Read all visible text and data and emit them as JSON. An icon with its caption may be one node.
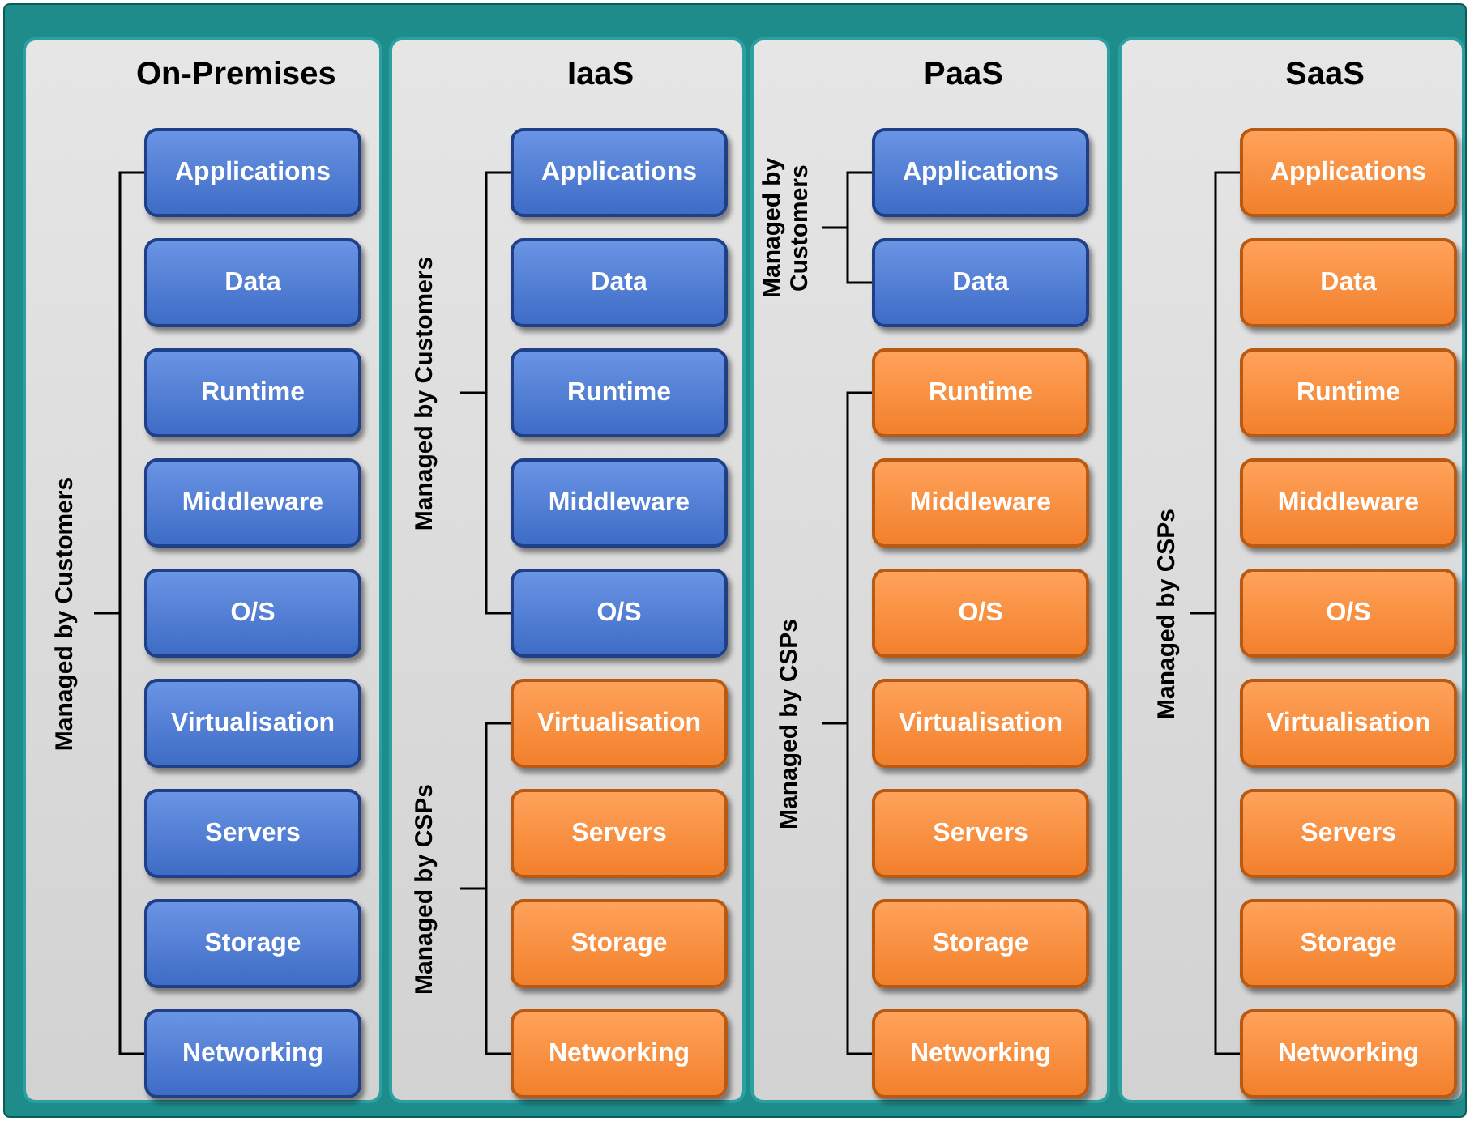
{
  "diagram": {
    "nodes": [
      {
        "text": [
          "On-Premises"
        ]
      },
      {
        "text": [
          "Applications"
        ],
        "in": 0
      },
      {
        "text": [
          "Data"
        ],
        "in": 0
      },
      {
        "text": [
          "Runtime"
        ],
        "in": 0
      },
      {
        "text": [
          "Middleware"
        ],
        "in": 0
      },
      {
        "text": [
          "O/S"
        ],
        "in": 0
      },
      {
        "text": [
          "Virtualisation"
        ],
        "in": 0
      },
      {
        "text": [
          "Servers"
        ],
        "in": 0
      },
      {
        "text": [
          "Storage"
        ],
        "in": 0
      },
      {
        "text": [
          "Networking"
        ],
        "in": 0
      },
      {
        "text": [
          "IaaS"
        ]
      },
      {
        "text": [
          "Applications"
        ],
        "in": 10
      },
      {
        "text": [
          "Data"
        ],
        "in": 10
      },
      {
        "text": [
          "Runtime"
        ],
        "in": 10
      },
      {
        "text": [
          "Middleware"
        ],
        "in": 10
      },
      {
        "text": [
          "O/S"
        ],
        "in": 10
      },
      {
        "text": [
          "Virtualisation"
        ],
        "in": 10
      },
      {
        "text": [
          "Servers"
        ],
        "in": 10
      },
      {
        "text": [
          "Storage"
        ],
        "in": 10
      },
      {
        "text": [
          "Networking"
        ],
        "in": 10
      },
      {
        "text": [
          "PaaS"
        ]
      },
      {
        "text": [
          "Applications"
        ],
        "in": 20
      },
      {
        "text": [
          "Data"
        ],
        "in": 20
      },
      {
        "text": [
          "Runtime"
        ],
        "in": 20
      },
      {
        "text": [
          "Middleware"
        ],
        "in": 20
      },
      {
        "text": [
          "O/S"
        ],
        "in": 20
      },
      {
        "text": [
          "Virtualisation"
        ],
        "in": 20
      },
      {
        "text": [
          "Servers"
        ],
        "in": 20
      },
      {
        "text": [
          "Storage"
        ],
        "in": 20
      },
      {
        "text": [
          "Networking"
        ],
        "in": 20
      },
      {
        "text": [
          "SaaS"
        ]
      },
      {
        "text": [
          "Applications"
        ],
        "in": 30
      },
      {
        "text": [
          "Data"
        ],
        "in": 30
      },
      {
        "text": [
          "Runtime"
        ],
        "in": 30
      },
      {
        "text": [
          "Middleware"
        ],
        "in": 30
      },
      {
        "text": [
          "O/S"
        ],
        "in": 30
      },
      {
        "text": [
          "Virtualisation"
        ],
        "in": 30
      },
      {
        "text": [
          "Servers"
        ],
        "in": 30
      },
      {
        "text": [
          "Storage"
        ],
        "in": 30
      },
      {
        "text": [
          "Networking"
        ],
        "in": 30
      }
    ],
    "labels": [
      "Managed by Customers",
      "Managed by Customers",
      "Managed by CSPs",
      "Managed by Customers",
      "Managed by CSPs",
      "Managed by CSPs"
    ]
  }
}
